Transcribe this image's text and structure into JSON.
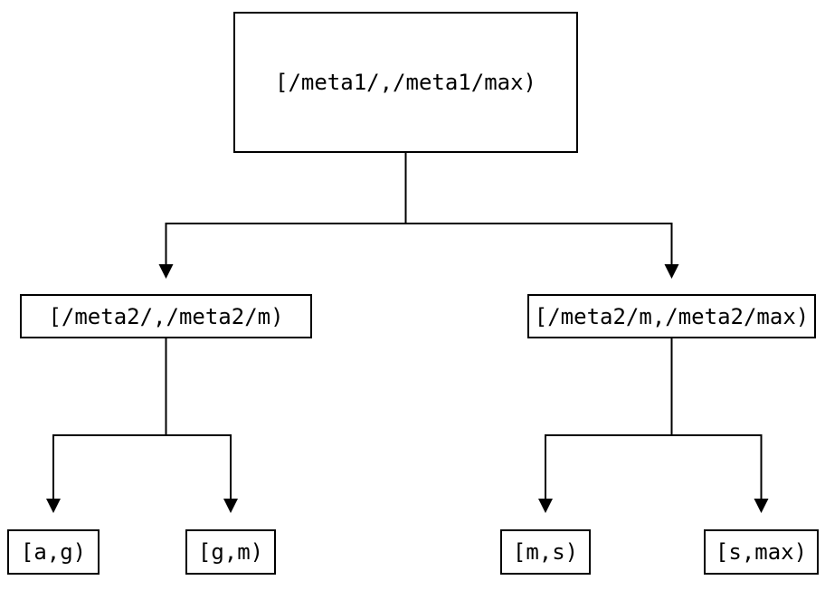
{
  "diagram": {
    "type": "binary-interval-partition-tree",
    "background_color": "#ffffff",
    "line_color": "#000000",
    "box_border_color": "#000000",
    "text_color": "#000000"
  },
  "nodes": {
    "root": {
      "label": "[/meta1/,/meta1/max)"
    },
    "left": {
      "label": "[/meta2/,/meta2/m)"
    },
    "right": {
      "label": "[/meta2/m,/meta2/max)"
    },
    "leaf_ag": {
      "label": "[a,g)"
    },
    "leaf_gm": {
      "label": "[g,m)"
    },
    "leaf_ms": {
      "label": "[m,s)"
    },
    "leaf_smax": {
      "label": "[s,max)"
    }
  },
  "structure": {
    "label": "[/meta1/,/meta1/max)",
    "children": [
      {
        "label": "[/meta2/,/meta2/m)",
        "children": [
          {
            "label": "[a,g)",
            "children": []
          },
          {
            "label": "[g,m)",
            "children": []
          }
        ]
      },
      {
        "label": "[/meta2/m,/meta2/max)",
        "children": [
          {
            "label": "[m,s)",
            "children": []
          },
          {
            "label": "[s,max)",
            "children": []
          }
        ]
      }
    ]
  }
}
